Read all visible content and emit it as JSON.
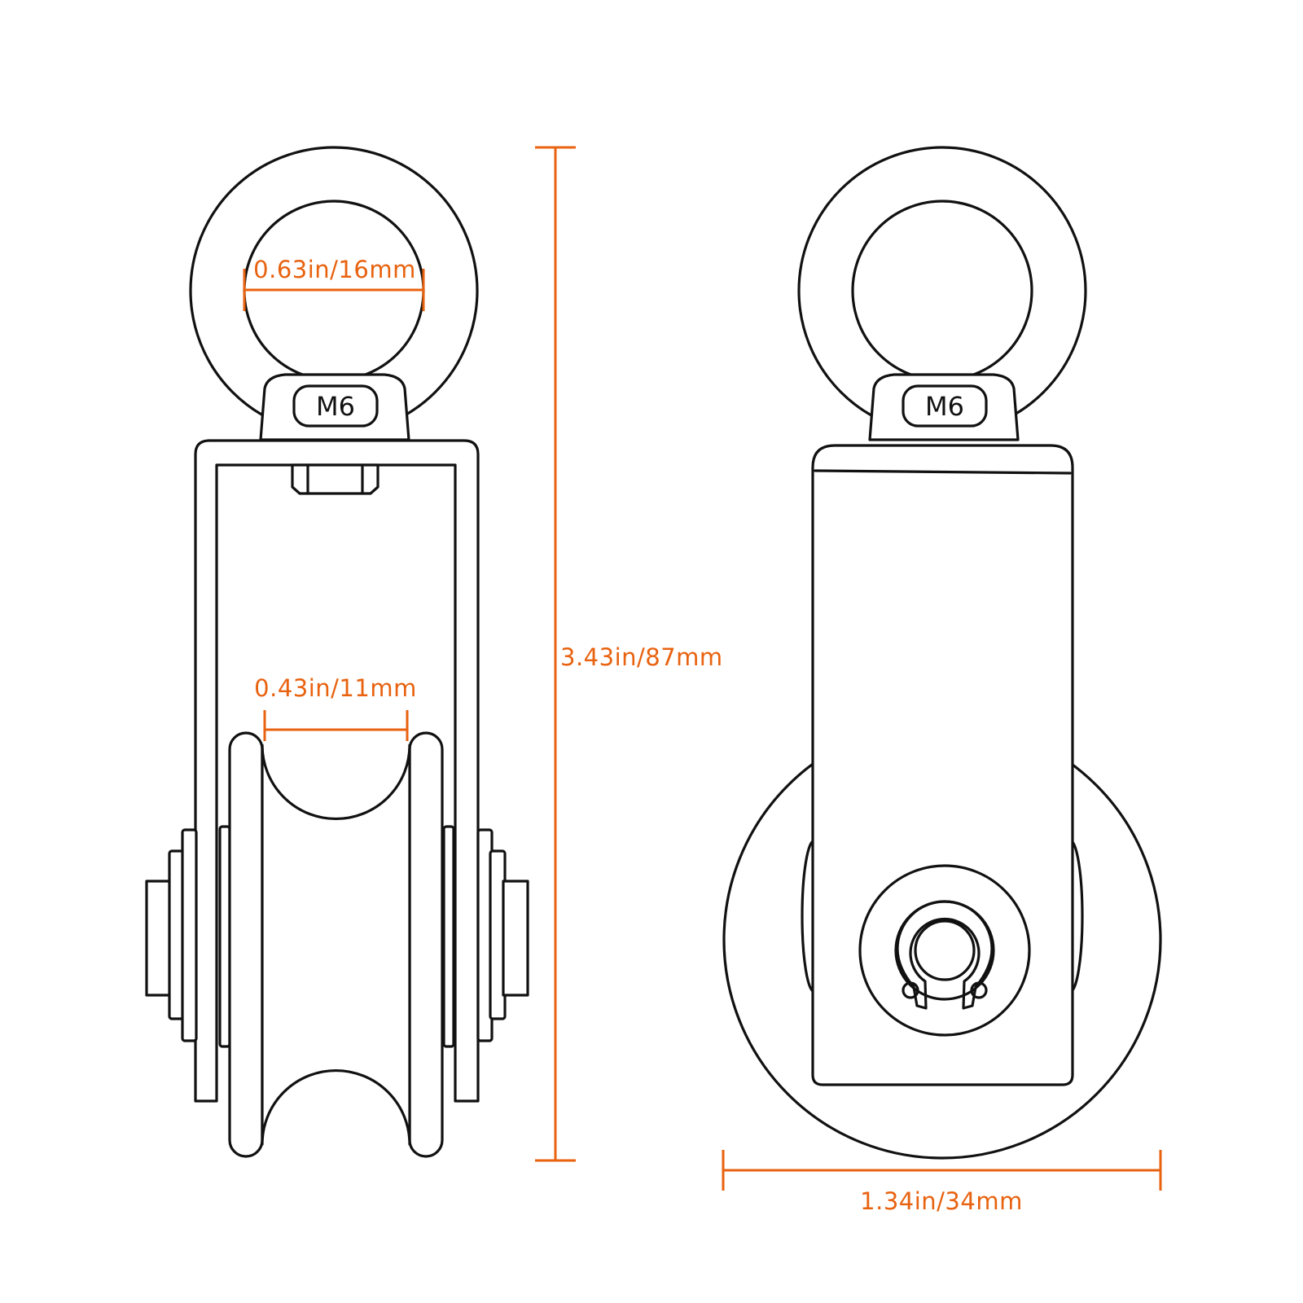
{
  "dimensions": {
    "ring_inner_diameter": "0.63in/16mm",
    "groove_width": "0.43in/11mm",
    "total_height": "3.43in/87mm",
    "wheel_width": "1.34in/34mm"
  },
  "markings": {
    "left_swivel": "M6",
    "right_swivel": "M6"
  },
  "colors": {
    "outline": "#111111",
    "dimension": "#e8620f",
    "background": "#ffffff"
  }
}
